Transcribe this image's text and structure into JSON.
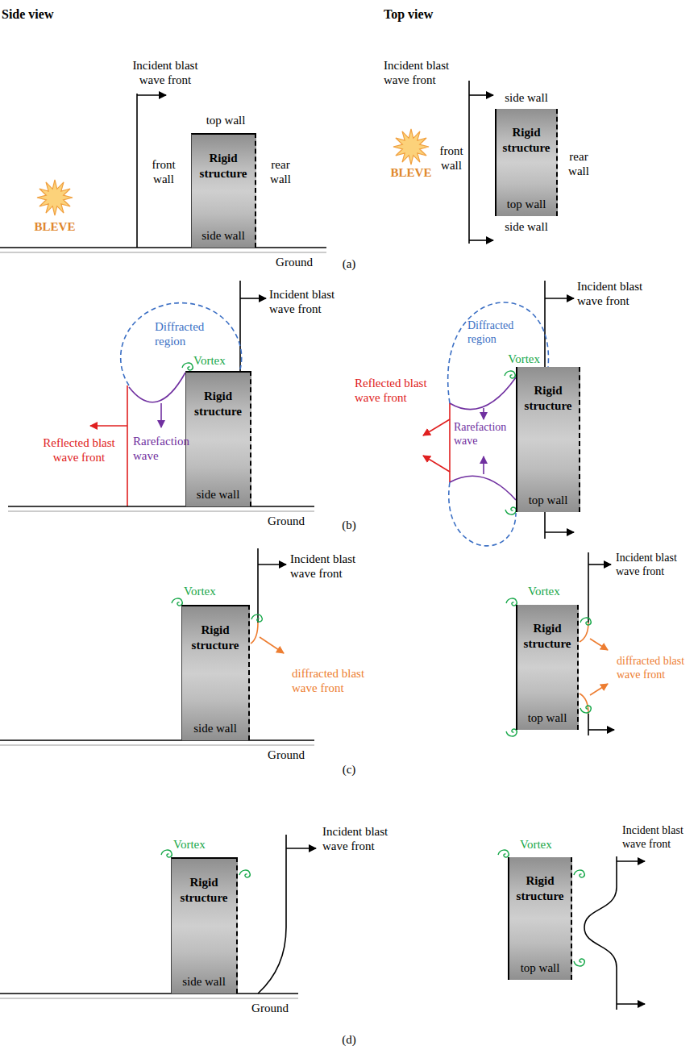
{
  "diagram": {
    "nodes": [
      {
        "text": [
          "Rigid structure",
          "side wall"
        ]
      },
      {
        "text": [
          "Rigid structure",
          "top wall"
        ]
      },
      {
        "text": [
          "Rigid structure",
          "side wall"
        ]
      },
      {
        "text": [
          "Rigid structure",
          "top wall"
        ]
      },
      {
        "text": [
          "Rigid structure",
          "side wall"
        ]
      },
      {
        "text": [
          "Rigid structure",
          "top wall"
        ]
      },
      {
        "text": [
          "Rigid structure",
          "side wall"
        ]
      },
      {
        "text": [
          "Rigid structure",
          "top wall"
        ]
      }
    ],
    "labels": [
      "Side view",
      "Top view",
      "Incident blast wave front",
      "top wall",
      "front wall",
      "rear wall",
      "BLEVE",
      "Ground",
      "Incident blast wave front",
      "side wall",
      "front wall",
      "rear wall",
      "side wall",
      "BLEVE",
      "(a)",
      "Incident blast wave front",
      "Diffracted region",
      "Vortex",
      "Reflected blast wave front",
      "Rarefaction wave",
      "Ground",
      "Incident blast wave front",
      "Diffracted region",
      "Vortex",
      "Reflected blast wave front",
      "Rarefaction wave",
      "(b)",
      "Incident blast wave front",
      "Vortex",
      "diffracted blast wave front",
      "Ground",
      "Incident blast wave front",
      "Vortex",
      "diffracted blast wave front",
      "(c)",
      "Incident blast wave front",
      "Vortex",
      "Ground",
      "Incident blast wave front",
      "Vortex",
      "(d)"
    ]
  }
}
